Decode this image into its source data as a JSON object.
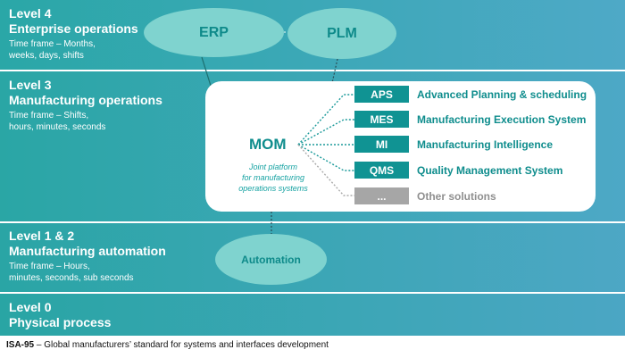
{
  "levels": {
    "l4": {
      "level": "Level 4",
      "name": "Enterprise operations",
      "time_frame_1": "Time frame – Months,",
      "time_frame_2": "weeks, days, shifts"
    },
    "l3": {
      "level": "Level 3",
      "name": "Manufacturing operations",
      "time_frame_1": "Time frame – Shifts,",
      "time_frame_2": "hours, minutes, seconds"
    },
    "l12": {
      "level": "Level 1 & 2",
      "name": "Manufacturing automation",
      "time_frame_1": "Time frame – Hours,",
      "time_frame_2": "minutes, seconds, sub seconds"
    },
    "l0": {
      "level": "Level 0",
      "name": "Physical process"
    }
  },
  "systems": {
    "erp": "ERP",
    "plm": "PLM",
    "automation": "Automation"
  },
  "mom": {
    "title": "MOM",
    "subtitle_1": "Joint platform",
    "subtitle_2": "for manufacturing",
    "subtitle_3": "operations systems",
    "solutions": [
      {
        "abbr": "APS",
        "name": "Advanced Planning & scheduling"
      },
      {
        "abbr": "MES",
        "name": "Manufacturing Execution System"
      },
      {
        "abbr": "MI",
        "name": "Manufacturing Intelligence"
      },
      {
        "abbr": "QMS",
        "name": "Quality Management System"
      },
      {
        "abbr": "...",
        "name": "Other solutions"
      }
    ]
  },
  "caption": {
    "bold": "ISA-95",
    "text": " – Global manufacturers’ standard for systems and interfaces development"
  },
  "colors": {
    "band": "#2aa6a5",
    "band_right": "#4da8c6",
    "ellipse": "#7fd3cf",
    "accent": "#0f8d8d",
    "other": "#a6a6a6"
  }
}
